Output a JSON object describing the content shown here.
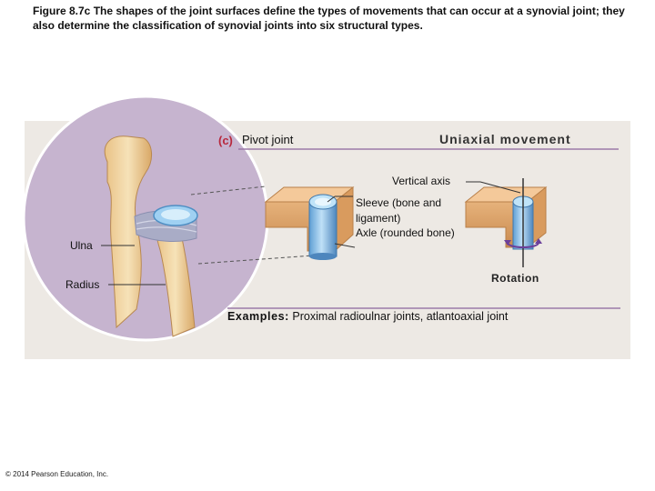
{
  "caption": "Figure 8.7c  The shapes of the joint surfaces define the types of movements that can occur at a synovial joint; they also determine the classification of synovial joints into six structural types.",
  "panel": {
    "letter": "(c)",
    "title": "Pivot joint",
    "movement": "Uniaxial movement"
  },
  "labels": {
    "vertical_axis": "Vertical axis",
    "ulna": "Ulna",
    "radius": "Radius",
    "sleeve": "Sleeve (bone and ligament)",
    "axle": "Axle (rounded bone)",
    "rotation": "Rotation"
  },
  "examples": {
    "heading": "Examples:",
    "text": "Proximal radioulnar joints, atlantoaxial joint"
  },
  "copyright": "© 2014 Pearson Education, Inc.",
  "colors": {
    "panel_bg": "#ede9e4",
    "title_red": "#b8283d",
    "bone": "#f3dbab",
    "bone_shadow": "#d9a867",
    "block_top": "#f4c99a",
    "block_side": "#dca36b",
    "axle_blue": "#8fc3ea"
  }
}
